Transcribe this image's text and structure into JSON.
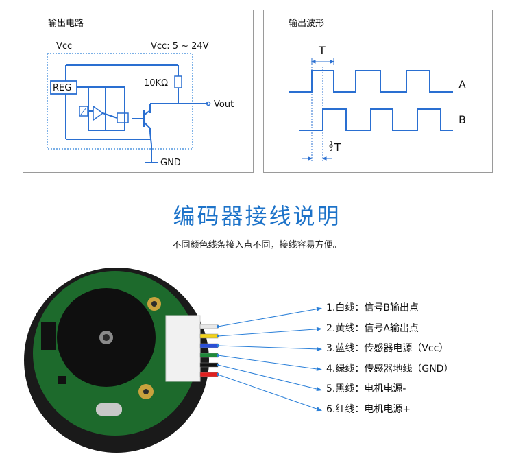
{
  "circuit": {
    "title": "输出电路",
    "vcc_label": "Vcc",
    "supply_label": "Vcc: 5 ~ 24V",
    "resistor_label": "10KΩ",
    "reg_label": "REG",
    "vout_label": "Vout",
    "gnd_label": "GND"
  },
  "waveform": {
    "title": "输出波形",
    "period_label": "T",
    "half_period_label": "T",
    "half_fraction_num": "1",
    "half_fraction_den": "2",
    "channel_a": "A",
    "channel_b": "B"
  },
  "heading": {
    "title": "编码器接线说明",
    "subtitle": "不同颜色线条接入点不同，接线容易方便。"
  },
  "pins": [
    {
      "label": "1.白线：信号B输出点",
      "wire_color": "#e8e8e8"
    },
    {
      "label": "2.黄线：信号A输出点",
      "wire_color": "#f2d21c"
    },
    {
      "label": "3.蓝线：传感器电源（Vcc）",
      "wire_color": "#2b4fd6"
    },
    {
      "label": "4.绿线：传感器地线（GND）",
      "wire_color": "#1f8a3a"
    },
    {
      "label": "5.黑线：电机电源-",
      "wire_color": "#111111"
    },
    {
      "label": "6.红线：电机电源+",
      "wire_color": "#e02020"
    }
  ],
  "colors": {
    "accent": "#1d73c9",
    "circuit_line": "#2a6fd1",
    "pcb": "#1d6a2c"
  }
}
